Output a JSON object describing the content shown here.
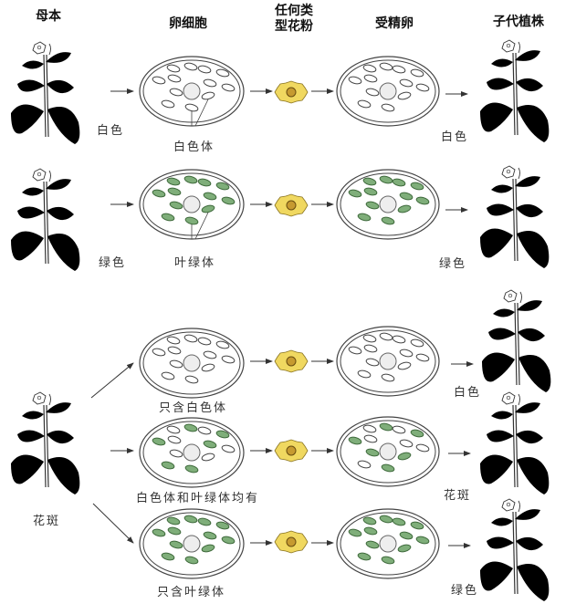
{
  "headers": {
    "mother": "母本",
    "egg_cell": "卵细胞",
    "pollen_line1": "任何类",
    "pollen_line2": "型花粉",
    "zygote": "受精卵",
    "offspring": "子代植株"
  },
  "rows": [
    {
      "mother_label": "白色",
      "egg_label": "白色体",
      "offspring_label": "白色",
      "plastids": "white"
    },
    {
      "mother_label": "绿色",
      "egg_label": "叶绿体",
      "offspring_label": "绿色",
      "plastids": "green"
    }
  ],
  "variegated": {
    "mother_label": "花斑",
    "branches": [
      {
        "egg_label": "只含白色体",
        "offspring_label": "白色",
        "plastids": "white"
      },
      {
        "egg_label": "白色体和叶绿体均有",
        "offspring_label": "花斑",
        "plastids": "mixed"
      },
      {
        "egg_label": "只含叶绿体",
        "offspring_label": "绿色",
        "plastids": "green"
      }
    ]
  },
  "colors": {
    "green_plastid": "#7fae7a",
    "white_plastid": "#ffffff",
    "pollen": "#f0d860",
    "leaf_green": "#8ec08a",
    "line": "#333333"
  }
}
